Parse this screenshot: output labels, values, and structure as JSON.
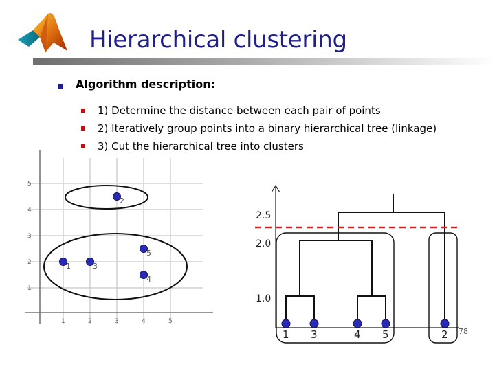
{
  "title": "Hierarchical clustering",
  "heading": "Algorithm description:",
  "steps": [
    "1) Determine the distance between each pair of points",
    "2) Iteratively group points into a binary hierarchical tree (linkage)",
    "3) Cut the hierarchical tree into clusters"
  ],
  "scatter": {
    "x_ticks": [
      "1",
      "2",
      "3",
      "4",
      "5"
    ],
    "y_ticks": [
      "1",
      "2",
      "3",
      "4",
      "5"
    ],
    "points": [
      {
        "label": "1",
        "x": 1.0,
        "y": 2.0
      },
      {
        "label": "2",
        "x": 3.0,
        "y": 4.5
      },
      {
        "label": "3",
        "x": 2.0,
        "y": 2.0
      },
      {
        "label": "4",
        "x": 4.0,
        "y": 1.5
      },
      {
        "label": "5",
        "x": 4.0,
        "y": 2.5
      }
    ],
    "clusters": [
      [
        "2"
      ],
      [
        "1",
        "3",
        "4",
        "5"
      ]
    ]
  },
  "dendrogram": {
    "y_labels": [
      "2.5",
      "2.0",
      "1.0"
    ],
    "leaves": [
      "1",
      "3",
      "4",
      "5",
      "2"
    ],
    "cut_line_color": "#d42020"
  },
  "colors": {
    "title": "#1f1f8c",
    "bullet": "#c01010",
    "point": "#2a2ab8"
  },
  "page_number": "78"
}
